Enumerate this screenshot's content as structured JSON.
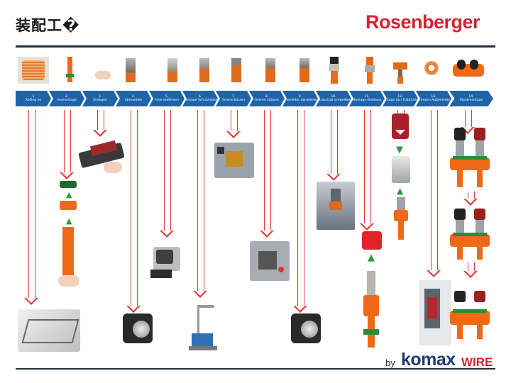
{
  "header": {
    "title": "装配工�",
    "brand": "Rosenberger"
  },
  "steps": [
    {
      "num": "1",
      "label": "Abläng en"
    },
    {
      "num": "2.",
      "label": "Vormontage"
    },
    {
      "num": "3.",
      "label": "Einlegen"
    },
    {
      "num": "4.",
      "label": "Abmantele"
    },
    {
      "num": "5.",
      "label": "Folie entfernen"
    },
    {
      "num": "6.",
      "label": "Montage Schutzhülse"
    },
    {
      "num": "7.",
      "label": "Schirm kürzen"
    },
    {
      "num": "8.",
      "label": "Schirm stülpen"
    },
    {
      "num": "9.",
      "label": "Innenleiter abisolieren"
    },
    {
      "num": "10.",
      "label": "Ultraschall schweißen"
    },
    {
      "num": "11.",
      "label": "Montage Gehäuse"
    },
    {
      "num": "12.",
      "label": "Montage ab / Fußdichter"
    },
    {
      "num": "13.",
      "label": "Crimpen Außenleiter"
    },
    {
      "num": "14.",
      "label": "Steckmontage"
    }
  ],
  "footer": {
    "by": "by",
    "komax": "komax",
    "wire": "WIRE"
  }
}
